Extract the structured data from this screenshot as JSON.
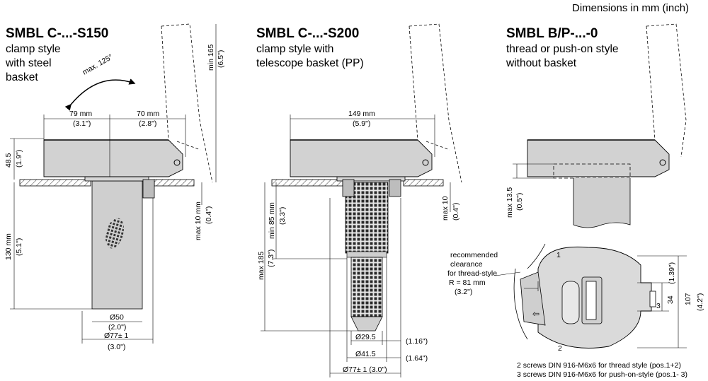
{
  "header": {
    "units": "Dimensions in mm (inch)"
  },
  "products": [
    {
      "title": "SMBL C-...-S150",
      "lines": [
        "clamp style",
        "with steel",
        "basket"
      ]
    },
    {
      "title": "SMBL C-...-S200",
      "lines": [
        "clamp style with",
        "telescope basket (PP)"
      ]
    },
    {
      "title": "SMBL B/P-...-0",
      "lines": [
        "thread or push-on style",
        "without basket"
      ]
    }
  ],
  "dims1": {
    "angle": "max. 125°",
    "w79": "79 mm",
    "w79i": "(3.1\")",
    "w70": "70 mm",
    "w70i": "(2.8\")",
    "min165": "min 165",
    "min165i": "(6.5\")",
    "h48": "48.5",
    "h48i": "(1.9\")",
    "h130": "130 mm",
    "h130i": "(5.1\")",
    "max10": "max 10 mm",
    "max10i": "(0.4\")",
    "d50": "Ø50",
    "d50i": "(2.0\")",
    "d77": "Ø77± 1",
    "d77i": "(3.0\")"
  },
  "dims2": {
    "w149": "149 mm",
    "w149i": "(5.9\")",
    "min85": "min 85 mm",
    "min85i": "(3.3\")",
    "max185": "max 185",
    "max185i": "(7.3\")",
    "max10": "max 10",
    "max10i": "(0.4\")",
    "d295": "Ø29.5",
    "d295i": "(1.16\")",
    "d415": "Ø41.5",
    "d415i": "(1.64\")",
    "d77": "Ø77± 1 (3.0\")"
  },
  "dims3": {
    "max135": "max 13.5",
    "max135i": "(0.5\")",
    "clearance": [
      "recommended",
      "clearance",
      "for thread-style",
      "R = 81 mm",
      "(3.2\")"
    ],
    "pos1": "1",
    "pos2": "2",
    "pos3": "3",
    "d139i": "(1.39\")",
    "d34": "34",
    "d107": "107",
    "d42i": "(4.2\")",
    "screws1": "2 screws DIN 916-M6x6 for thread style (pos.1+2)",
    "screws2": "3 screws DIN 916-M6x6 for push-on-style (pos.1- 3)"
  }
}
